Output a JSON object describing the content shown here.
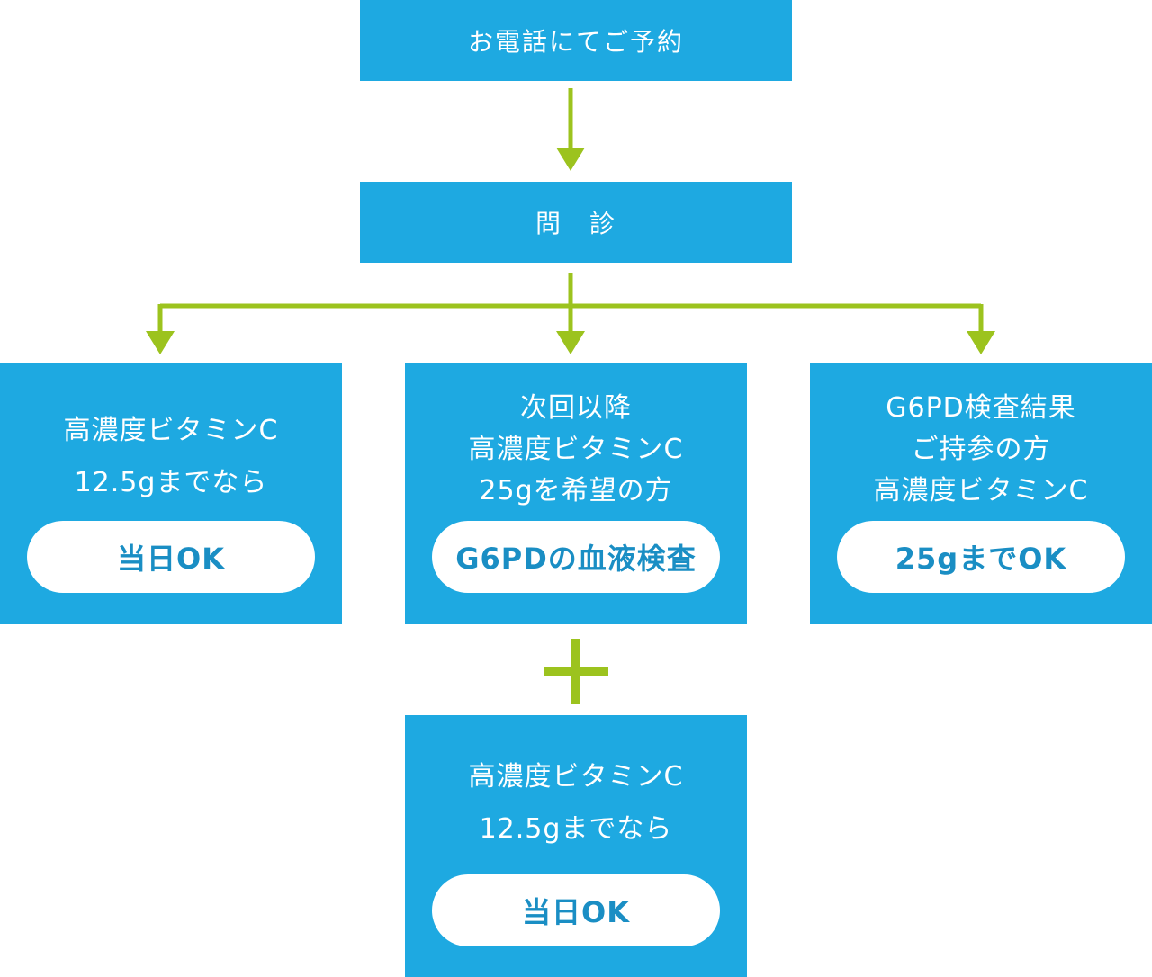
{
  "colors": {
    "box": "#1ea9e1",
    "arrow": "#9cc31e",
    "pill_text": "#1a8ec4",
    "pill_bg": "#ffffff"
  },
  "step1": {
    "label": "お電話にてご予約"
  },
  "step2": {
    "label": "問　診"
  },
  "options": [
    {
      "lines": [
        "高濃度ビタミンC",
        "12.5gまでなら"
      ],
      "pill": "当日OK"
    },
    {
      "lines": [
        "次回以降",
        "高濃度ビタミンC",
        "25gを希望の方"
      ],
      "pill": "G6PDの血液検査"
    },
    {
      "lines": [
        "G6PD検査結果",
        "ご持参の方",
        "高濃度ビタミンC"
      ],
      "pill": "25gまでOK"
    }
  ],
  "plus": {
    "icon": "plus-icon"
  },
  "extra": {
    "lines": [
      "高濃度ビタミンC",
      "12.5gまでなら"
    ],
    "pill": "当日OK"
  }
}
